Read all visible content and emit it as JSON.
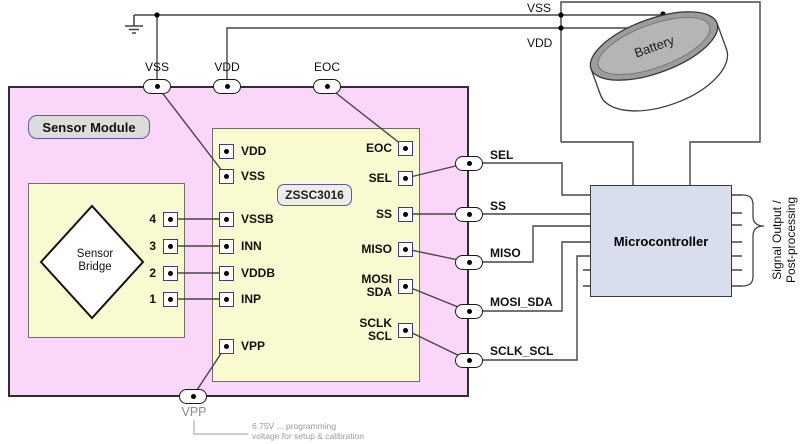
{
  "sensor_module": {
    "label": "Sensor Module"
  },
  "sensor_bridge": {
    "line1": "Sensor",
    "line2": "Bridge"
  },
  "chip": {
    "name": "ZSSC3016",
    "left_pins": [
      "VDD",
      "VSS",
      "VSSB",
      "INN",
      "VDDB",
      "INP",
      "VPP"
    ],
    "right_pins": [
      {
        "label": "EOC"
      },
      {
        "label": "SEL"
      },
      {
        "label": "SS"
      },
      {
        "label": "MISO"
      },
      {
        "label": "MOSI",
        "label2": "SDA"
      },
      {
        "label": "SCLK",
        "label2": "SCL"
      }
    ],
    "bridge_pin_numbers": [
      "4",
      "3",
      "2",
      "1"
    ]
  },
  "rails": {
    "vss": "VSS",
    "vdd": "VDD"
  },
  "battery": {
    "label": "Battery"
  },
  "connectors": {
    "top": [
      "VSS",
      "VDD",
      "EOC"
    ],
    "right": [
      "SEL",
      "SS",
      "MISO",
      "MOSI_SDA",
      "SCLK_SCL"
    ],
    "bottom": "VPP"
  },
  "microcontroller": {
    "label": "Microcontroller",
    "output_line1": "Signal Output /",
    "output_line2": "Post-processing"
  },
  "note": {
    "line1": "6.75V ... programming",
    "line2": "voltage for setup & calibration"
  },
  "colors": {
    "module_fill": "#fad6f8",
    "chip_fill": "#fafad0",
    "micro_fill": "#d9deee",
    "wire": "#454545",
    "pin_border": "#3c3c94",
    "note_gray": "#9a9a9a"
  }
}
